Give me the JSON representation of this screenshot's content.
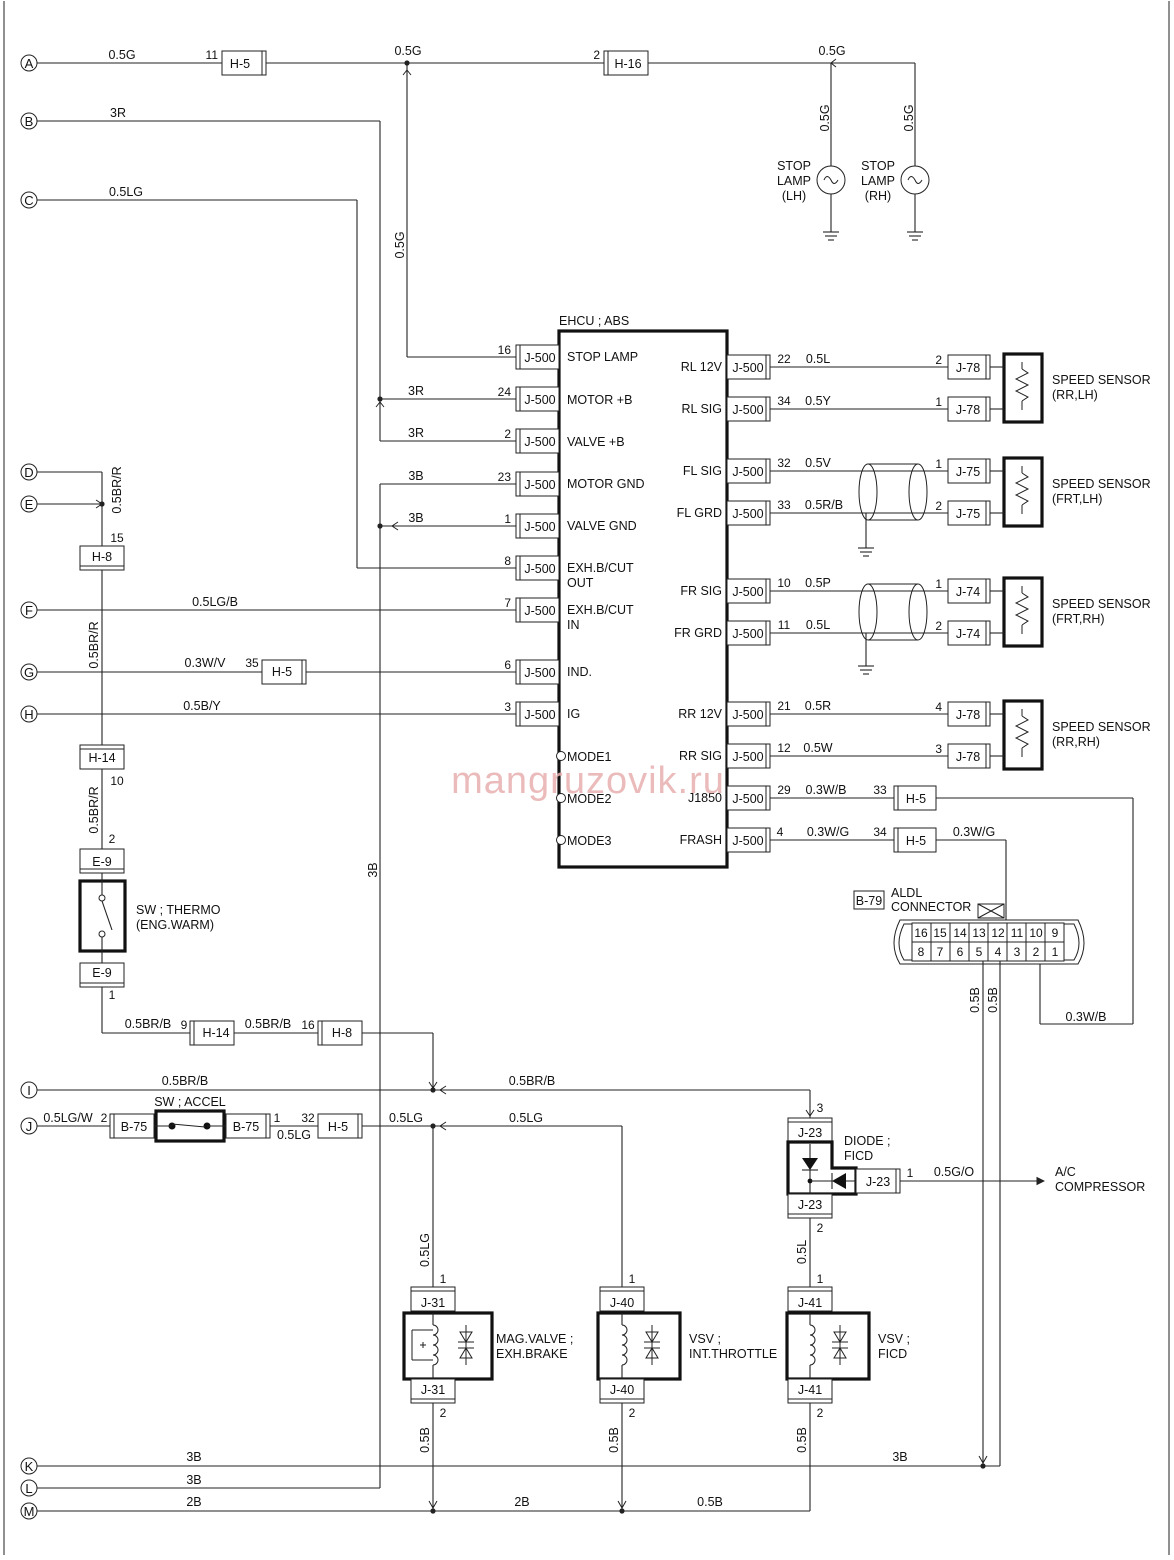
{
  "watermark": "mangruzovik.ru",
  "terminals": [
    "A",
    "B",
    "C",
    "D",
    "E",
    "F",
    "G",
    "H",
    "I",
    "J",
    "K",
    "L",
    "M"
  ],
  "ecu": {
    "title": "EHCU ; ABS",
    "left_pins": [
      {
        "pin": "16",
        "conn": "J-500",
        "signal": "STOP LAMP"
      },
      {
        "pin": "24",
        "conn": "J-500",
        "signal": "MOTOR +B"
      },
      {
        "pin": "2",
        "conn": "J-500",
        "signal": "VALVE +B"
      },
      {
        "pin": "23",
        "conn": "J-500",
        "signal": "MOTOR GND"
      },
      {
        "pin": "1",
        "conn": "J-500",
        "signal": "VALVE GND"
      },
      {
        "pin": "8",
        "conn": "J-500",
        "signal": "EXH.B/CUT",
        "signal2": "OUT"
      },
      {
        "pin": "7",
        "conn": "J-500",
        "signal": "EXH.B/CUT",
        "signal2": "IN"
      },
      {
        "pin": "6",
        "conn": "J-500",
        "signal": "IND."
      },
      {
        "pin": "3",
        "conn": "J-500",
        "signal": "IG"
      }
    ],
    "modes": [
      "MODE1",
      "MODE2",
      "MODE3"
    ],
    "right_pins": [
      {
        "signal": "RL 12V",
        "conn": "J-500",
        "pin": "22",
        "wire": "0.5L"
      },
      {
        "signal": "RL SIG",
        "conn": "J-500",
        "pin": "34",
        "wire": "0.5Y"
      },
      {
        "signal": "FL SIG",
        "conn": "J-500",
        "pin": "32",
        "wire": "0.5V"
      },
      {
        "signal": "FL GRD",
        "conn": "J-500",
        "pin": "33",
        "wire": "0.5R/B"
      },
      {
        "signal": "FR SIG",
        "conn": "J-500",
        "pin": "10",
        "wire": "0.5P"
      },
      {
        "signal": "FR GRD",
        "conn": "J-500",
        "pin": "11",
        "wire": "0.5L"
      },
      {
        "signal": "RR 12V",
        "conn": "J-500",
        "pin": "21",
        "wire": "0.5R"
      },
      {
        "signal": "RR SIG",
        "conn": "J-500",
        "pin": "12",
        "wire": "0.5W"
      },
      {
        "signal": "J1850",
        "conn": "J-500",
        "pin": "29",
        "wire": "0.3W/B"
      },
      {
        "signal": "FRASH",
        "conn": "J-500",
        "pin": "4",
        "wire": "0.3W/G"
      }
    ]
  },
  "speed_sensors": [
    {
      "name": "SPEED SENSOR",
      "loc": "(RR,LH)",
      "conn": "J-78",
      "pins": [
        "2",
        "1"
      ]
    },
    {
      "name": "SPEED SENSOR",
      "loc": "(FRT,LH)",
      "conn": "J-75",
      "pins": [
        "1",
        "2"
      ]
    },
    {
      "name": "SPEED SENSOR",
      "loc": "(FRT,RH)",
      "conn": "J-74",
      "pins": [
        "1",
        "2"
      ]
    },
    {
      "name": "SPEED SENSOR",
      "loc": "(RR,RH)",
      "conn": "J-78",
      "pins": [
        "4",
        "3"
      ]
    }
  ],
  "stop_lamps": [
    {
      "l1": "STOP",
      "l2": "LAMP",
      "l3": "(LH)"
    },
    {
      "l1": "STOP",
      "l2": "LAMP",
      "l3": "(RH)"
    }
  ],
  "wire_labels": {
    "a_1": "0.5G",
    "a_2": "0.5G",
    "a_3": "0.5G",
    "a_v1": "0.5G",
    "a_v2": "0.5G",
    "a_v3": "0.5G",
    "b_1": "3R",
    "b_2": "3R",
    "b_3": "3R",
    "c_1": "0.5LG",
    "d_v": "0.5BR/R",
    "d_v2": "0.5BR/R",
    "d_v3": "0.5BR/R",
    "f_1": "0.5LG/B",
    "g_1": "0.3W/V",
    "h_1": "0.5B/Y",
    "gnd_1": "3B",
    "gnd_2": "3B",
    "gnd_v": "3B",
    "br_1": "0.5BR/B",
    "br_2": "0.5BR/B",
    "i_1": "0.5BR/B",
    "i_2": "0.5BR/B",
    "j_1": "0.5LG/W",
    "j_2": "0.5LG",
    "j_3": "0.5LG",
    "j_4": "0.5LG",
    "j_5": "0.5LG",
    "aldl_1": "0.5B",
    "aldl_2": "0.5B",
    "j1850_2": "0.3W/B",
    "frash_2": "0.3W/G",
    "ac": "0.5G/O",
    "l_1": "0.5L",
    "b_v1": "0.5B",
    "b_v2": "0.5B",
    "b_v3": "0.5B",
    "k_1": "3B",
    "k_2": "3B",
    "l_w": "3B",
    "m_1": "2B",
    "m_2": "2B",
    "m_3": "0.5B"
  },
  "connectors": {
    "h5": "H-5",
    "h16": "H-16",
    "h8": "H-8",
    "h14": "H-14",
    "e9": "E-9",
    "b75": "B-75",
    "j23": "J-23",
    "j31": "J-31",
    "j40": "J-40",
    "j41": "J-41",
    "b79": "B-79"
  },
  "pins": {
    "h5_a": "11",
    "h16_a": "2",
    "h8_top": "15",
    "h14_bot": "10",
    "e9_top": "2",
    "e9_bot": "1",
    "h14_b": "9",
    "h8_b": "16",
    "g_h5": "35",
    "j1850_h5": "33",
    "frash_h5": "34",
    "b75_l": "2",
    "b75_r": "1",
    "j_h5": "32",
    "j23_3": "3",
    "j23_1": "1",
    "j23_2": "2",
    "j31_1": "1",
    "j31_2": "2",
    "j40_1": "1",
    "j40_2": "2",
    "j41_1": "1",
    "j41_2": "2"
  },
  "components": {
    "thermo_1": "SW ; THERMO",
    "thermo_2": "(ENG.WARM)",
    "accel": "SW ; ACCEL",
    "diode_1": "DIODE ;",
    "diode_2": "FICD",
    "ac_1": "A/C",
    "ac_2": "COMPRESSOR",
    "mag_1": "MAG.VALVE ;",
    "mag_2": "EXH.BRAKE",
    "vsv1_1": "VSV ;",
    "vsv1_2": "INT.THROTTLE",
    "vsv2_1": "VSV ;",
    "vsv2_2": "FICD",
    "aldl_1": "ALDL",
    "aldl_2": "CONNECTOR"
  },
  "aldl_pins_top": [
    "16",
    "15",
    "14",
    "13",
    "12",
    "11",
    "10",
    "9"
  ],
  "aldl_pins_bottom": [
    "8",
    "7",
    "6",
    "5",
    "4",
    "3",
    "2",
    "1"
  ]
}
